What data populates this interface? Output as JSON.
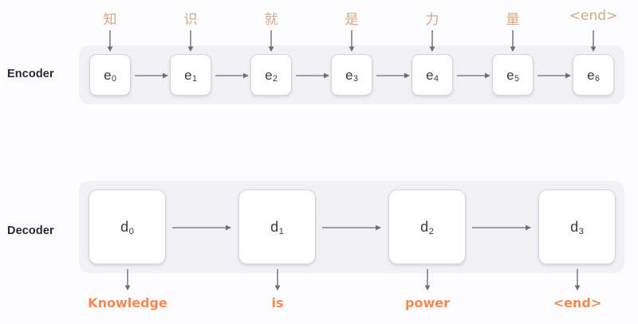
{
  "diagram": {
    "title": "Encoder-Decoder sequence diagram",
    "colors": {
      "page_background": "#fdfcfe",
      "group_background": "#f2f1f6",
      "cell_background": "#ffffff",
      "cell_border": "#d6d5da",
      "input_token_text": "#d6a986",
      "output_token_text": "#f5894f",
      "row_label_text": "#2b2b2f",
      "arrow_stroke": "#6e6e76"
    }
  },
  "encoder": {
    "label": "Encoder",
    "cells": [
      {
        "name": "e",
        "index": "0"
      },
      {
        "name": "e",
        "index": "1"
      },
      {
        "name": "e",
        "index": "2"
      },
      {
        "name": "e",
        "index": "3"
      },
      {
        "name": "e",
        "index": "4"
      },
      {
        "name": "e",
        "index": "5"
      },
      {
        "name": "e",
        "index": "6"
      }
    ],
    "input_tokens": [
      "知",
      "识",
      "就",
      "是",
      "力",
      "量",
      "<end>"
    ]
  },
  "decoder": {
    "label": "Decoder",
    "cells": [
      {
        "name": "d",
        "index": "0"
      },
      {
        "name": "d",
        "index": "1"
      },
      {
        "name": "d",
        "index": "2"
      },
      {
        "name": "d",
        "index": "3"
      }
    ],
    "output_tokens": [
      "Knowledge",
      "is",
      "power",
      "<end>"
    ]
  }
}
